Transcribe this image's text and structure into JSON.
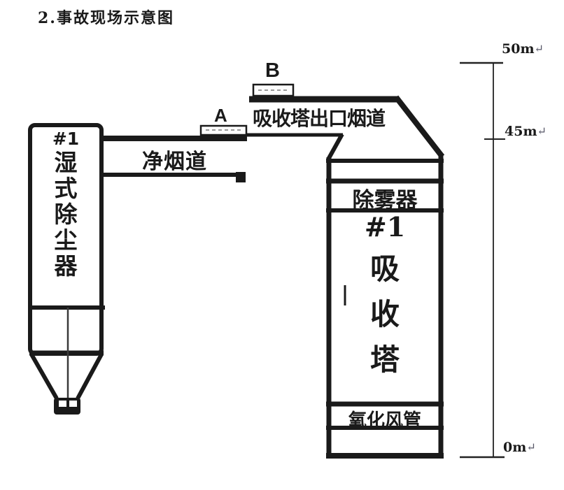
{
  "title": "2.事故现场示意图",
  "colors": {
    "line": "#1a1a1a",
    "text": "#1a1a1a",
    "muted_return": "#556",
    "background": "#ffffff"
  },
  "dust_collector": {
    "tag": "#1",
    "name": "湿式除尘器"
  },
  "ducts": {
    "clean_flue_label": "净烟道",
    "outlet_flue_label": "吸收塔出口烟道"
  },
  "markers": {
    "a": "A",
    "b": "B"
  },
  "absorber": {
    "tag": "#1",
    "name": "吸收塔",
    "demister_label": "除雾器",
    "oxidation_duct_label": "氧化风管"
  },
  "scale": {
    "top_label": "50m",
    "mid_label": "45m",
    "bottom_label": "0m",
    "return_char": "↵"
  }
}
